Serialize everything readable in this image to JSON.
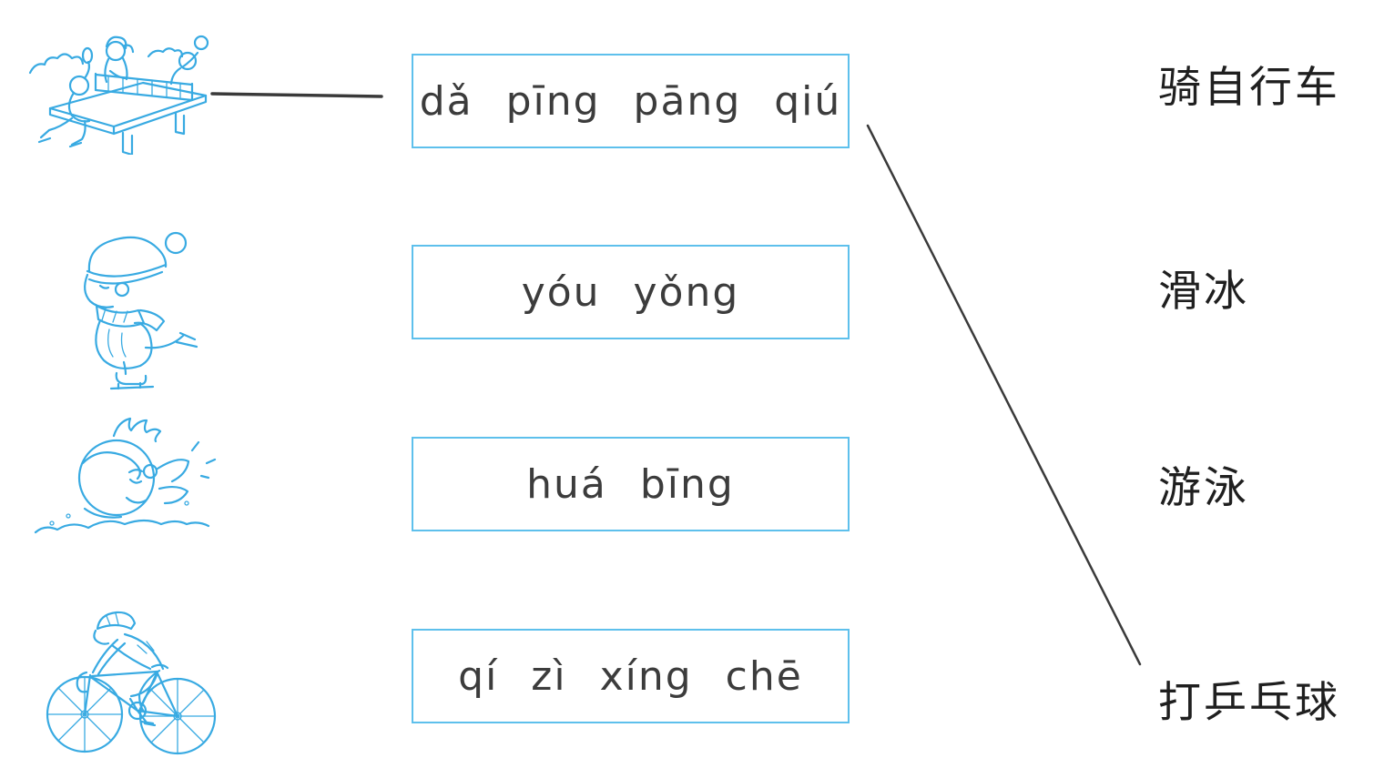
{
  "worksheet": {
    "type": "pinyin-hanzi-matching-exercise",
    "rows": [
      {
        "illustration": "table-tennis",
        "pinyin": "dǎ pīng pāng qiú",
        "hanzi": "骑自行车"
      },
      {
        "illustration": "ice-skating",
        "pinyin": "yóu yǒng",
        "hanzi": "滑冰"
      },
      {
        "illustration": "swimming",
        "pinyin": "huá bīng",
        "hanzi": "游泳"
      },
      {
        "illustration": "cycling",
        "pinyin": "qí zì xíng chē",
        "hanzi": "打乒乓球"
      }
    ],
    "connections": [
      {
        "from": "table-tennis-illustration",
        "to": "pinyin-box-1"
      },
      {
        "from": "pinyin-box-1",
        "to": "hanzi-option-4"
      }
    ],
    "colors": {
      "illustration_blue": "#38aae2",
      "box_border_blue": "#5ec0ec",
      "pinyin_text": "#3c3c3c",
      "hanzi_text": "#1f1f1f",
      "connector_line": "#3a3a3a",
      "background": "#ffffff"
    }
  }
}
